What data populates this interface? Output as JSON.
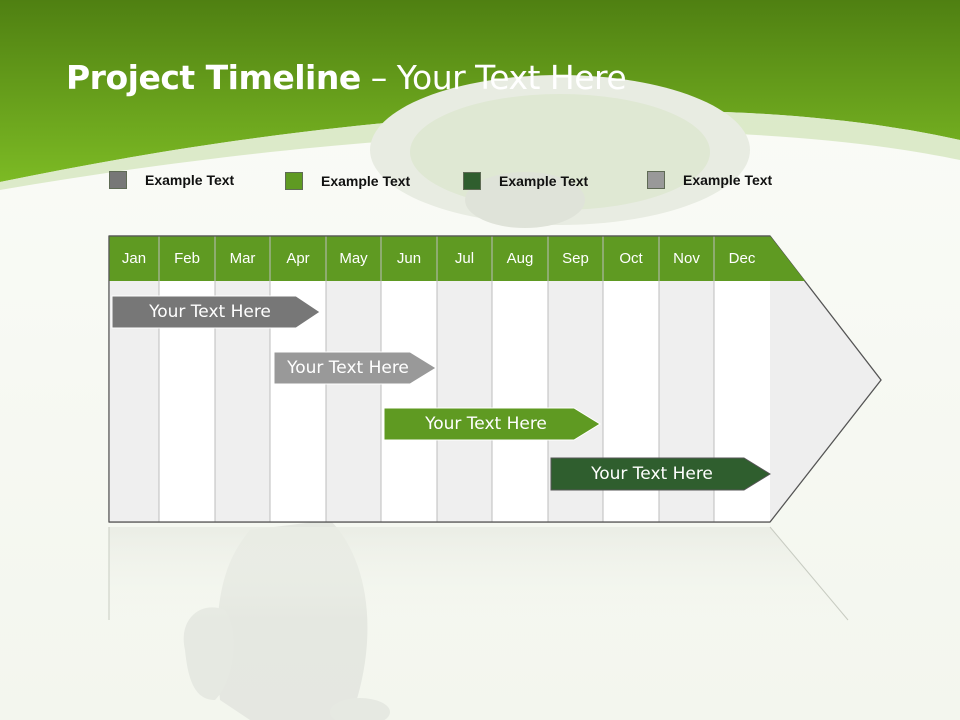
{
  "slide": {
    "title_bold": "Project Timeline",
    "title_rest": " – Your Text Here"
  },
  "colors": {
    "header_green": "#6aa51e",
    "header_green_dark": "#5a8a15",
    "gray": "#777777",
    "light_gray": "#999999",
    "green": "#5f9a22",
    "dark_green": "#2f5e2e"
  },
  "legend": [
    {
      "label": "Example Text",
      "color": "#777777"
    },
    {
      "label": "Example Text",
      "color": "#5f9a22"
    },
    {
      "label": "Example Text",
      "color": "#2f5e2e"
    },
    {
      "label": "Example Text",
      "color": "#999999"
    }
  ],
  "months": [
    "Jan",
    "Feb",
    "Mar",
    "Apr",
    "May",
    "Jun",
    "Jul",
    "Aug",
    "Sep",
    "Oct",
    "Nov",
    "Dec"
  ],
  "tasks": [
    {
      "label": "Your  Text Here",
      "color": "#777777"
    },
    {
      "label": "Your  Text Here",
      "color": "#999999"
    },
    {
      "label": "Your  Text Here",
      "color": "#5f9a22"
    },
    {
      "label": "Your  Text Here",
      "color": "#2f5e2e"
    }
  ]
}
